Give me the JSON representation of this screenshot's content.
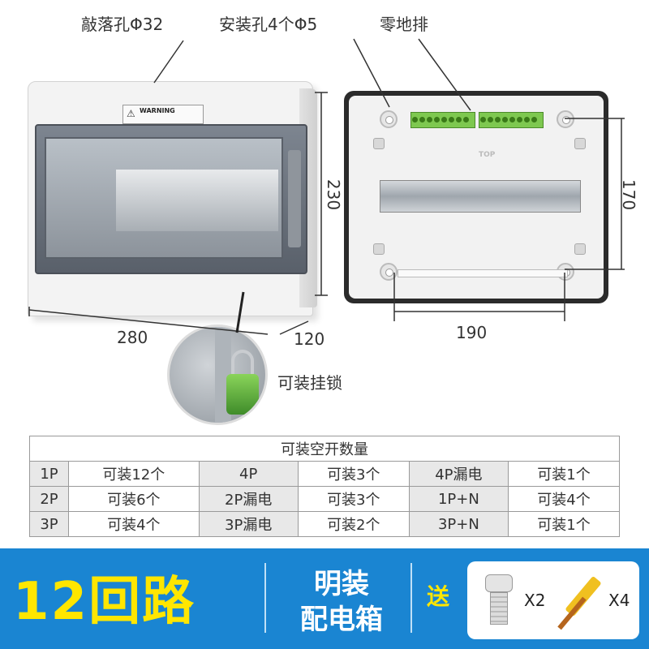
{
  "callouts": {
    "knockout": "敲落孔Φ32",
    "mount_holes": "安装孔4个Φ5",
    "neutral_bar": "零地排"
  },
  "dimensions": {
    "height": "230",
    "width": "280",
    "depth": "120",
    "mount_height": "170",
    "mount_width": "190"
  },
  "box_labels": {
    "warning": "WARNING",
    "top_mark": "TOP"
  },
  "lock_note": "可装挂锁",
  "table": {
    "title": "可装空开数量",
    "rows": [
      [
        "1P",
        "可装12个",
        "4P",
        "可装3个",
        "4P漏电",
        "可装1个"
      ],
      [
        "2P",
        "可装6个",
        "2P漏电",
        "可装3个",
        "1P+N",
        "可装4个"
      ],
      [
        "3P",
        "可装4个",
        "3P漏电",
        "可装2个",
        "3P+N",
        "可装1个"
      ]
    ]
  },
  "banner": {
    "title": "12回路",
    "type_line1": "明装",
    "type_line2": "配电箱",
    "gift_label": "送",
    "gift_items": [
      {
        "icon": "cable-gland-icon",
        "qty": "X2"
      },
      {
        "icon": "wall-anchor-screw-icon",
        "qty": "X4"
      }
    ]
  },
  "colors": {
    "banner_bg": "#1a85d2",
    "title_yellow": "#ffe600",
    "busbar_green": "#7ec850"
  }
}
